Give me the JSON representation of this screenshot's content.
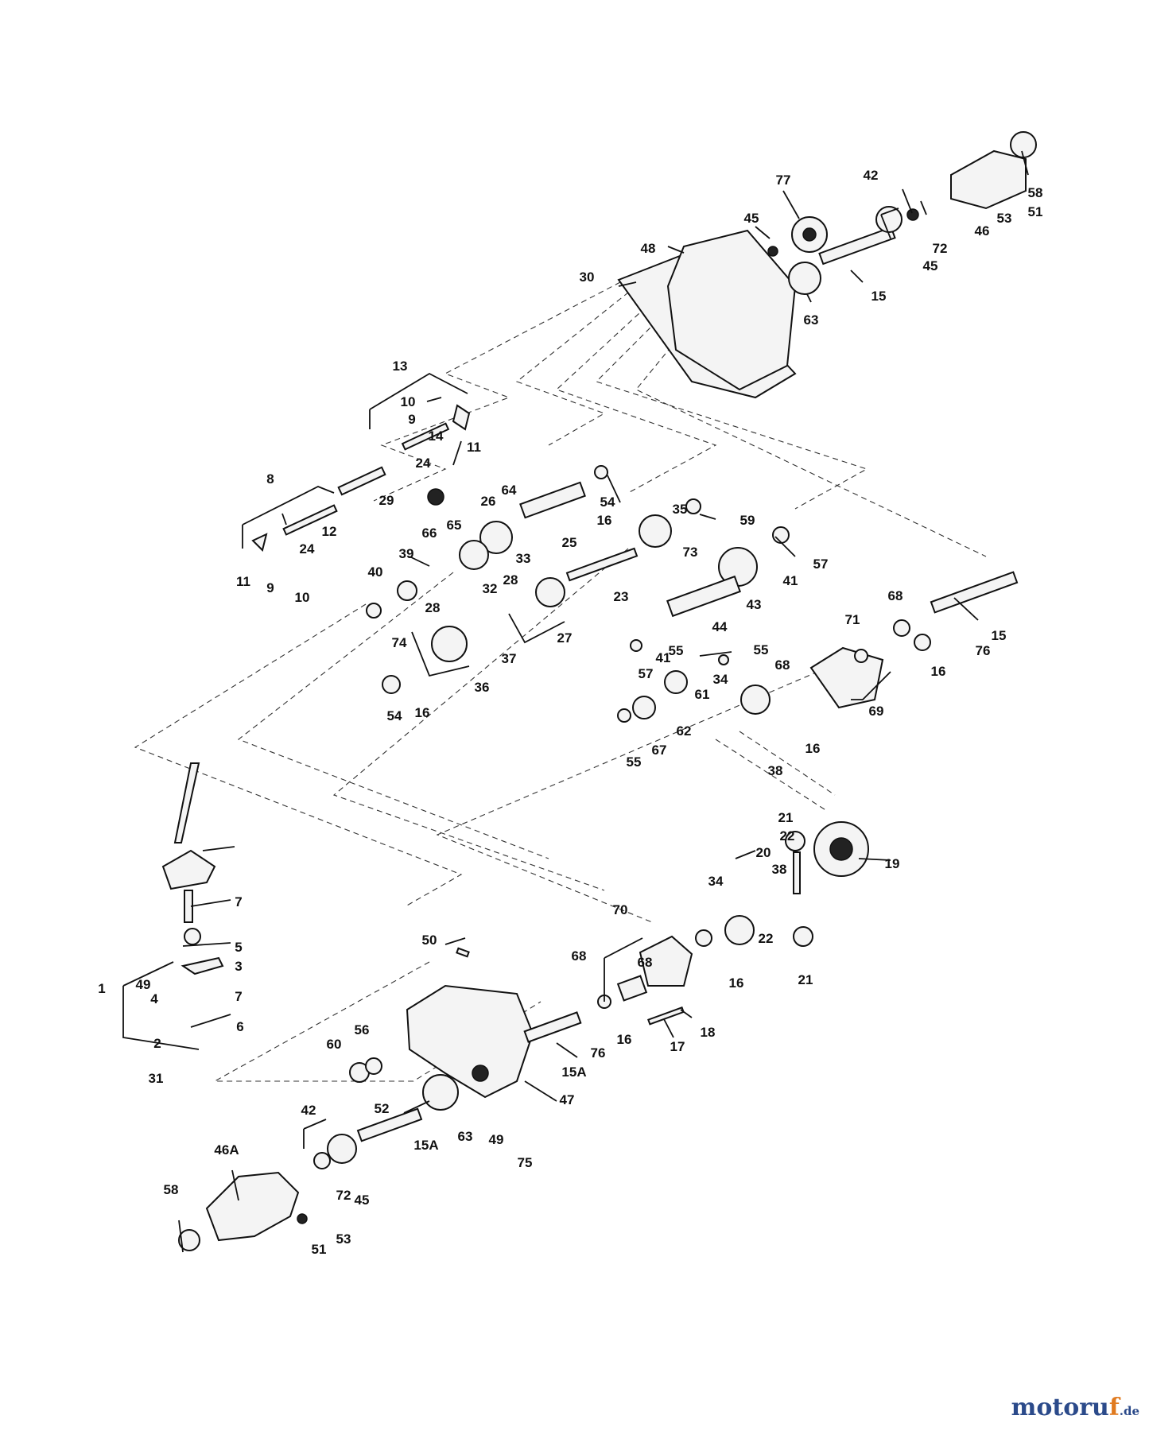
{
  "watermark": {
    "main": "motoru",
    "accent": "f",
    "tld": ".de",
    "colors": {
      "main": "#2b4a8a",
      "accent": "#e07a1f"
    }
  },
  "labels": [
    "77",
    "42",
    "58",
    "45",
    "53",
    "51",
    "48",
    "72",
    "46",
    "30",
    "45",
    "15",
    "63",
    "13",
    "10",
    "9",
    "11",
    "14",
    "24",
    "29",
    "64",
    "8",
    "12",
    "24",
    "11",
    "9",
    "10",
    "54",
    "66",
    "65",
    "26",
    "16",
    "25",
    "59",
    "39",
    "33",
    "35",
    "73",
    "57",
    "40",
    "32",
    "28",
    "23",
    "43",
    "41",
    "55",
    "74",
    "28",
    "37",
    "27",
    "44",
    "68",
    "15",
    "71",
    "57",
    "41",
    "55",
    "76",
    "16",
    "36",
    "54",
    "16",
    "34",
    "68",
    "62",
    "61",
    "69",
    "55",
    "67",
    "16",
    "38",
    "21",
    "22",
    "19",
    "20",
    "7",
    "38",
    "34",
    "5",
    "70",
    "68",
    "50",
    "49",
    "3",
    "22",
    "16",
    "21",
    "1",
    "7",
    "4",
    "68",
    "6",
    "18",
    "56",
    "2",
    "60",
    "76",
    "16",
    "17",
    "31",
    "15A",
    "47",
    "52",
    "42",
    "63",
    "49",
    "75",
    "46A",
    "15A",
    "45",
    "72",
    "58",
    "53",
    "51"
  ]
}
